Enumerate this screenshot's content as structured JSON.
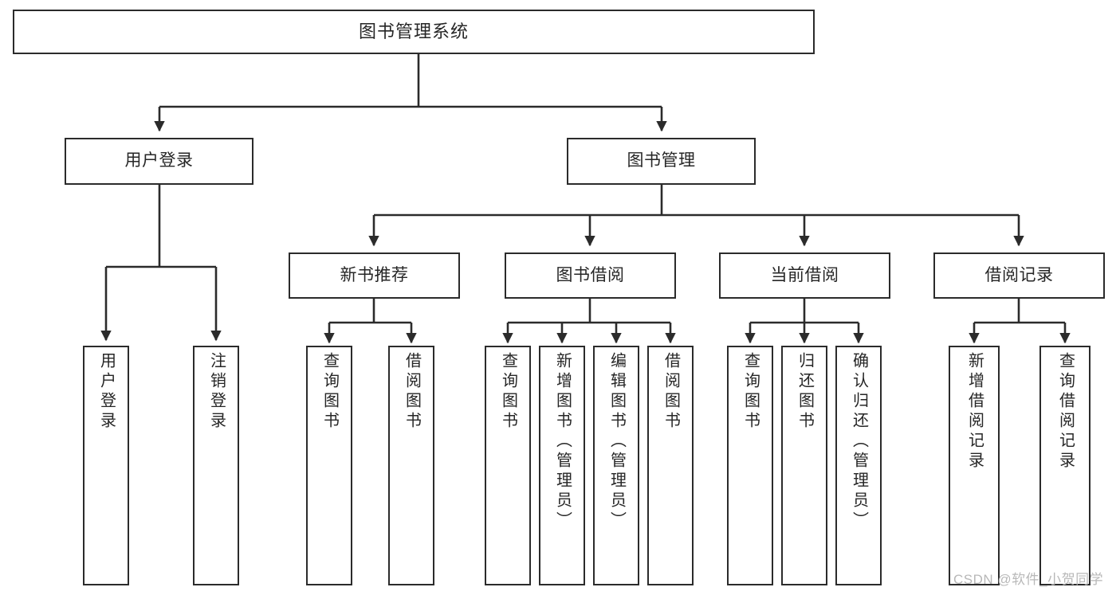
{
  "diagram": {
    "type": "tree-hierarchy",
    "title": "图书管理系统",
    "orientation": "top-down",
    "colors": {
      "box_border": "#2b2b2b",
      "box_fill": "#ffffff",
      "connector": "#2b2b2b",
      "text": "#262626",
      "watermark": "#b8b8b8"
    }
  },
  "root": {
    "label": "图书管理系统"
  },
  "level2": [
    {
      "label": "用户登录"
    },
    {
      "label": "图书管理"
    }
  ],
  "level3": [
    {
      "label": "新书推荐"
    },
    {
      "label": "图书借阅"
    },
    {
      "label": "当前借阅"
    },
    {
      "label": "借阅记录"
    }
  ],
  "leaves": {
    "user_login": [
      {
        "label": "用户登录"
      },
      {
        "label": "注销登录"
      }
    ],
    "new_book_recommend": [
      {
        "label": "查询图书"
      },
      {
        "label": "借阅图书"
      }
    ],
    "book_borrow": [
      {
        "label": "查询图书"
      },
      {
        "label": "新增图书（管理员）"
      },
      {
        "label": "编辑图书（管理员）"
      },
      {
        "label": "借阅图书"
      }
    ],
    "current_borrow": [
      {
        "label": "查询图书"
      },
      {
        "label": "归还图书"
      },
      {
        "label": "确认归还（管理员）"
      }
    ],
    "borrow_records": [
      {
        "label": "新增借阅记录"
      },
      {
        "label": "查询借阅记录"
      }
    ]
  },
  "watermark": {
    "text": "CSDN @软件_小贺同学"
  }
}
